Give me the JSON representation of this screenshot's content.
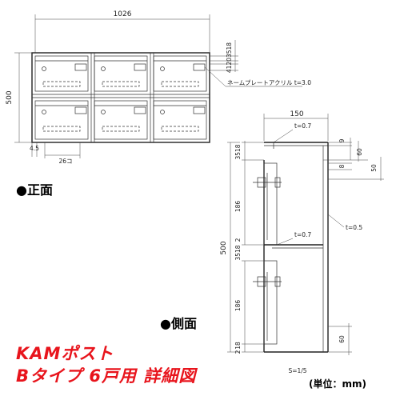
{
  "front": {
    "width_dim": "1026",
    "height_dim": "500",
    "foot_dim": "4.5",
    "slot_dim": "26コ",
    "right_dims": "41203518",
    "nameplate_note": "ネームプレートアクリル t=3.0",
    "label": "●正面"
  },
  "side": {
    "depth_dim": "150",
    "plate_top": "t=0.7",
    "plate_mid": "t=0.7",
    "body_t": "t=0.5",
    "dim_9": "9",
    "dim_60a": "60",
    "dim_8": "8",
    "dim_50": "50",
    "dim_3518_top": "3518",
    "dim_186_top": "186",
    "dim_3518_mid": "3518",
    "dim_2": "2",
    "dim_500": "500",
    "dim_186_bot": "186",
    "dim_18_bot": "18",
    "dim_2_bot": "2",
    "dim_60b": "60",
    "scale": "S=1/5",
    "label": "●側面"
  },
  "title": {
    "line1": "KAMポスト",
    "line2": "Bタイプ 6戸用 詳細図"
  },
  "unit_note": "(単位：mm)"
}
